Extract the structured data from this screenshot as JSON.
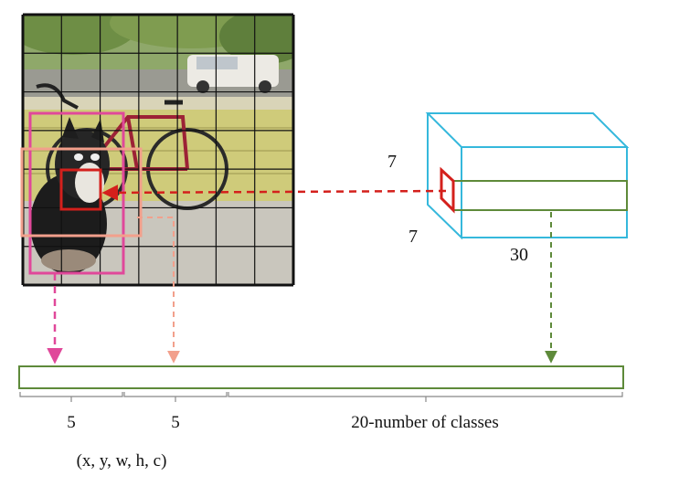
{
  "grid": {
    "rows": 7,
    "cols": 7
  },
  "cube": {
    "height_label": "7",
    "depth_label": "7",
    "width_label": "30"
  },
  "output_vector": {
    "segments": [
      {
        "label": "5"
      },
      {
        "label": "5"
      },
      {
        "label": "20-number of classes"
      }
    ],
    "tuple_label": "(x, y, w, h, c)"
  },
  "colors": {
    "grid_line": "#111111",
    "box_magenta": "#e0489a",
    "box_salmon": "#f2a08c",
    "cell_red": "#d4201c",
    "cube": "#35b8dc",
    "vector": "#5e8a3a",
    "arrow_red": "#d4201c"
  },
  "image": {
    "subject": "dog sitting on porch in front of bicycle, car in background"
  }
}
